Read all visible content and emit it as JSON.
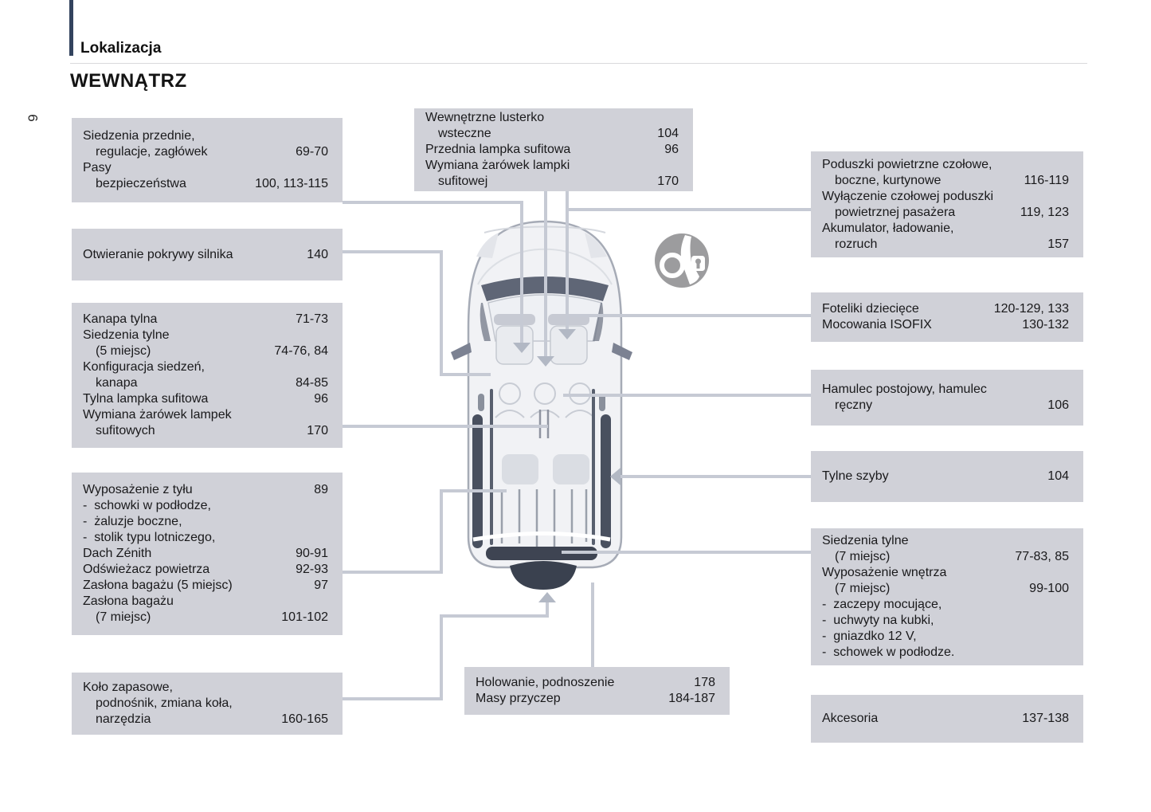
{
  "header": {
    "section_title": "Lokalizacja",
    "page_title": "WEWNĄTRZ",
    "page_number": "6"
  },
  "colors": {
    "box_fill": "#d0d1d8",
    "connector_line": "#c6cad4",
    "accent_bar": "#33435e",
    "dark_trim": "#49505f"
  },
  "icons": {
    "pictogram": "hand-with-key-lock-pictogram",
    "diagram": "vehicle-top-view"
  },
  "callouts": {
    "front_seats": {
      "lines": [
        {
          "text": "Siedzenia przednie,"
        },
        {
          "text": "regulacje, zagłówek",
          "indent": true,
          "pages": "69-70"
        },
        {
          "text": "Pasy"
        },
        {
          "text": "bezpieczeństwa",
          "indent": true,
          "pages": "100, 113-115"
        }
      ]
    },
    "hood": {
      "lines": [
        {
          "text": "Otwieranie pokrywy silnika",
          "pages": "140"
        }
      ]
    },
    "rear_bench": {
      "lines": [
        {
          "text": "Kanapa tylna",
          "pages": "71-73"
        },
        {
          "text": "Siedzenia tylne"
        },
        {
          "text": "(5 miejsc)",
          "indent": true,
          "pages": "74-76, 84"
        },
        {
          "text": "Konfiguracja siedzeń,"
        },
        {
          "text": "kanapa",
          "indent": true,
          "pages": "84-85"
        },
        {
          "text": "Tylna lampka sufitowa",
          "pages": "96"
        },
        {
          "text": "Wymiana żarówek lampek"
        },
        {
          "text": "sufitowych",
          "indent": true,
          "pages": "170"
        }
      ]
    },
    "rear_equipment": {
      "lines": [
        {
          "text": "Wyposażenie z tyłu",
          "pages": "89"
        },
        {
          "text": "-  schowki w podłodze,"
        },
        {
          "text": "-  żaluzje boczne,"
        },
        {
          "text": "-  stolik typu lotniczego,"
        },
        {
          "text": "Dach Zénith",
          "pages": "90-91"
        },
        {
          "text": "Odświeżacz powietrza",
          "pages": "92-93"
        },
        {
          "text": "Zasłona bagażu (5 miejsc)",
          "pages": "97"
        },
        {
          "text": "Zasłona bagażu"
        },
        {
          "text": "(7 miejsc)",
          "indent": true,
          "pages": "101-102"
        }
      ]
    },
    "spare_wheel": {
      "lines": [
        {
          "text": "Koło zapasowe,"
        },
        {
          "text": "podnośnik, zmiana koła,",
          "indent": true
        },
        {
          "text": "narzędzia",
          "indent": true,
          "pages": "160-165"
        }
      ]
    },
    "mirror_lamps": {
      "lines": [
        {
          "text": "Wewnętrzne lusterko"
        },
        {
          "text": "wsteczne",
          "indent": true,
          "pages": "104"
        },
        {
          "text": "Przednia lampka sufitowa",
          "pages": "96"
        },
        {
          "text": "Wymiana żarówek lampki"
        },
        {
          "text": "sufitowej",
          "indent": true,
          "pages": "170"
        }
      ]
    },
    "towing": {
      "lines": [
        {
          "text": "Holowanie, podnoszenie",
          "pages": "178"
        },
        {
          "text": "Masy przyczep",
          "pages": "184-187"
        }
      ]
    },
    "airbags_battery": {
      "lines": [
        {
          "text": "Poduszki powietrzne czołowe,"
        },
        {
          "text": "boczne, kurtynowe",
          "indent": true,
          "pages": "116-119"
        },
        {
          "text": "Wyłączenie czołowej poduszki"
        },
        {
          "text": "powietrznej pasażera",
          "indent": true,
          "pages": "119, 123"
        },
        {
          "text": "Akumulator, ładowanie,"
        },
        {
          "text": "rozruch",
          "indent": true,
          "pages": "157"
        }
      ]
    },
    "child_seats": {
      "lines": [
        {
          "text": "Foteliki dziecięce",
          "pages": "120-129, 133"
        },
        {
          "text": "Mocowania ISOFIX",
          "pages": "130-132"
        }
      ]
    },
    "parking_brake": {
      "lines": [
        {
          "text": "Hamulec postojowy, hamulec"
        },
        {
          "text": "ręczny",
          "indent": true,
          "pages": "106"
        }
      ]
    },
    "rear_windows": {
      "lines": [
        {
          "text": "Tylne szyby",
          "pages": "104"
        }
      ]
    },
    "rear_seats_7": {
      "lines": [
        {
          "text": "Siedzenia tylne"
        },
        {
          "text": "(7 miejsc)",
          "indent": true,
          "pages": "77-83, 85"
        },
        {
          "text": "Wyposażenie wnętrza"
        },
        {
          "text": "(7 miejsc)",
          "indent": true,
          "pages": "99-100"
        },
        {
          "text": "-  zaczepy mocujące,"
        },
        {
          "text": "-  uchwyty na kubki,"
        },
        {
          "text": "-  gniazdko 12 V,"
        },
        {
          "text": "-  schowek w podłodze."
        }
      ]
    },
    "accessories": {
      "lines": [
        {
          "text": "Akcesoria",
          "pages": "137-138"
        }
      ]
    }
  }
}
